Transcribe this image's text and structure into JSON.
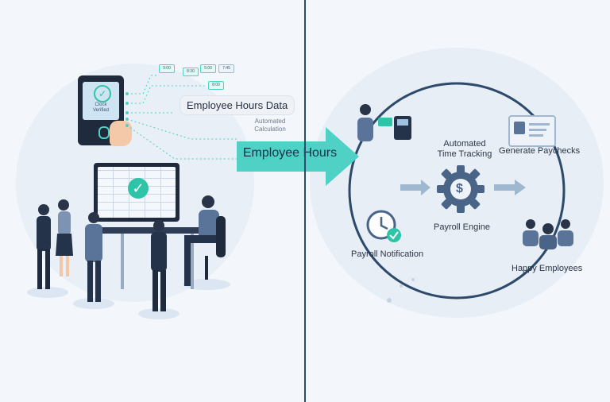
{
  "left": {
    "device_text": "Clock\nVerified",
    "data_label": "Employee Hours Data",
    "calc_label": "Automated\nCalculation",
    "tag_labels": [
      "9:00",
      "8:30",
      "5:00",
      "7:45",
      "8:00"
    ]
  },
  "arrow": {
    "label": "Employee Hours"
  },
  "right": {
    "center_title": "Automated\nTime Tracking",
    "engine_label": "Payroll Engine",
    "generate_label": "Generate Paychecks",
    "notification_label": "Payroll Notification",
    "happy_label": "Happy Employees",
    "currency_symbol": "$"
  },
  "colors": {
    "teal": "#4fd1c5",
    "navy": "#2e4a6a",
    "check_green": "#2ec4a8",
    "figure_dark": "#24324a",
    "figure_blue": "#5a7499"
  }
}
